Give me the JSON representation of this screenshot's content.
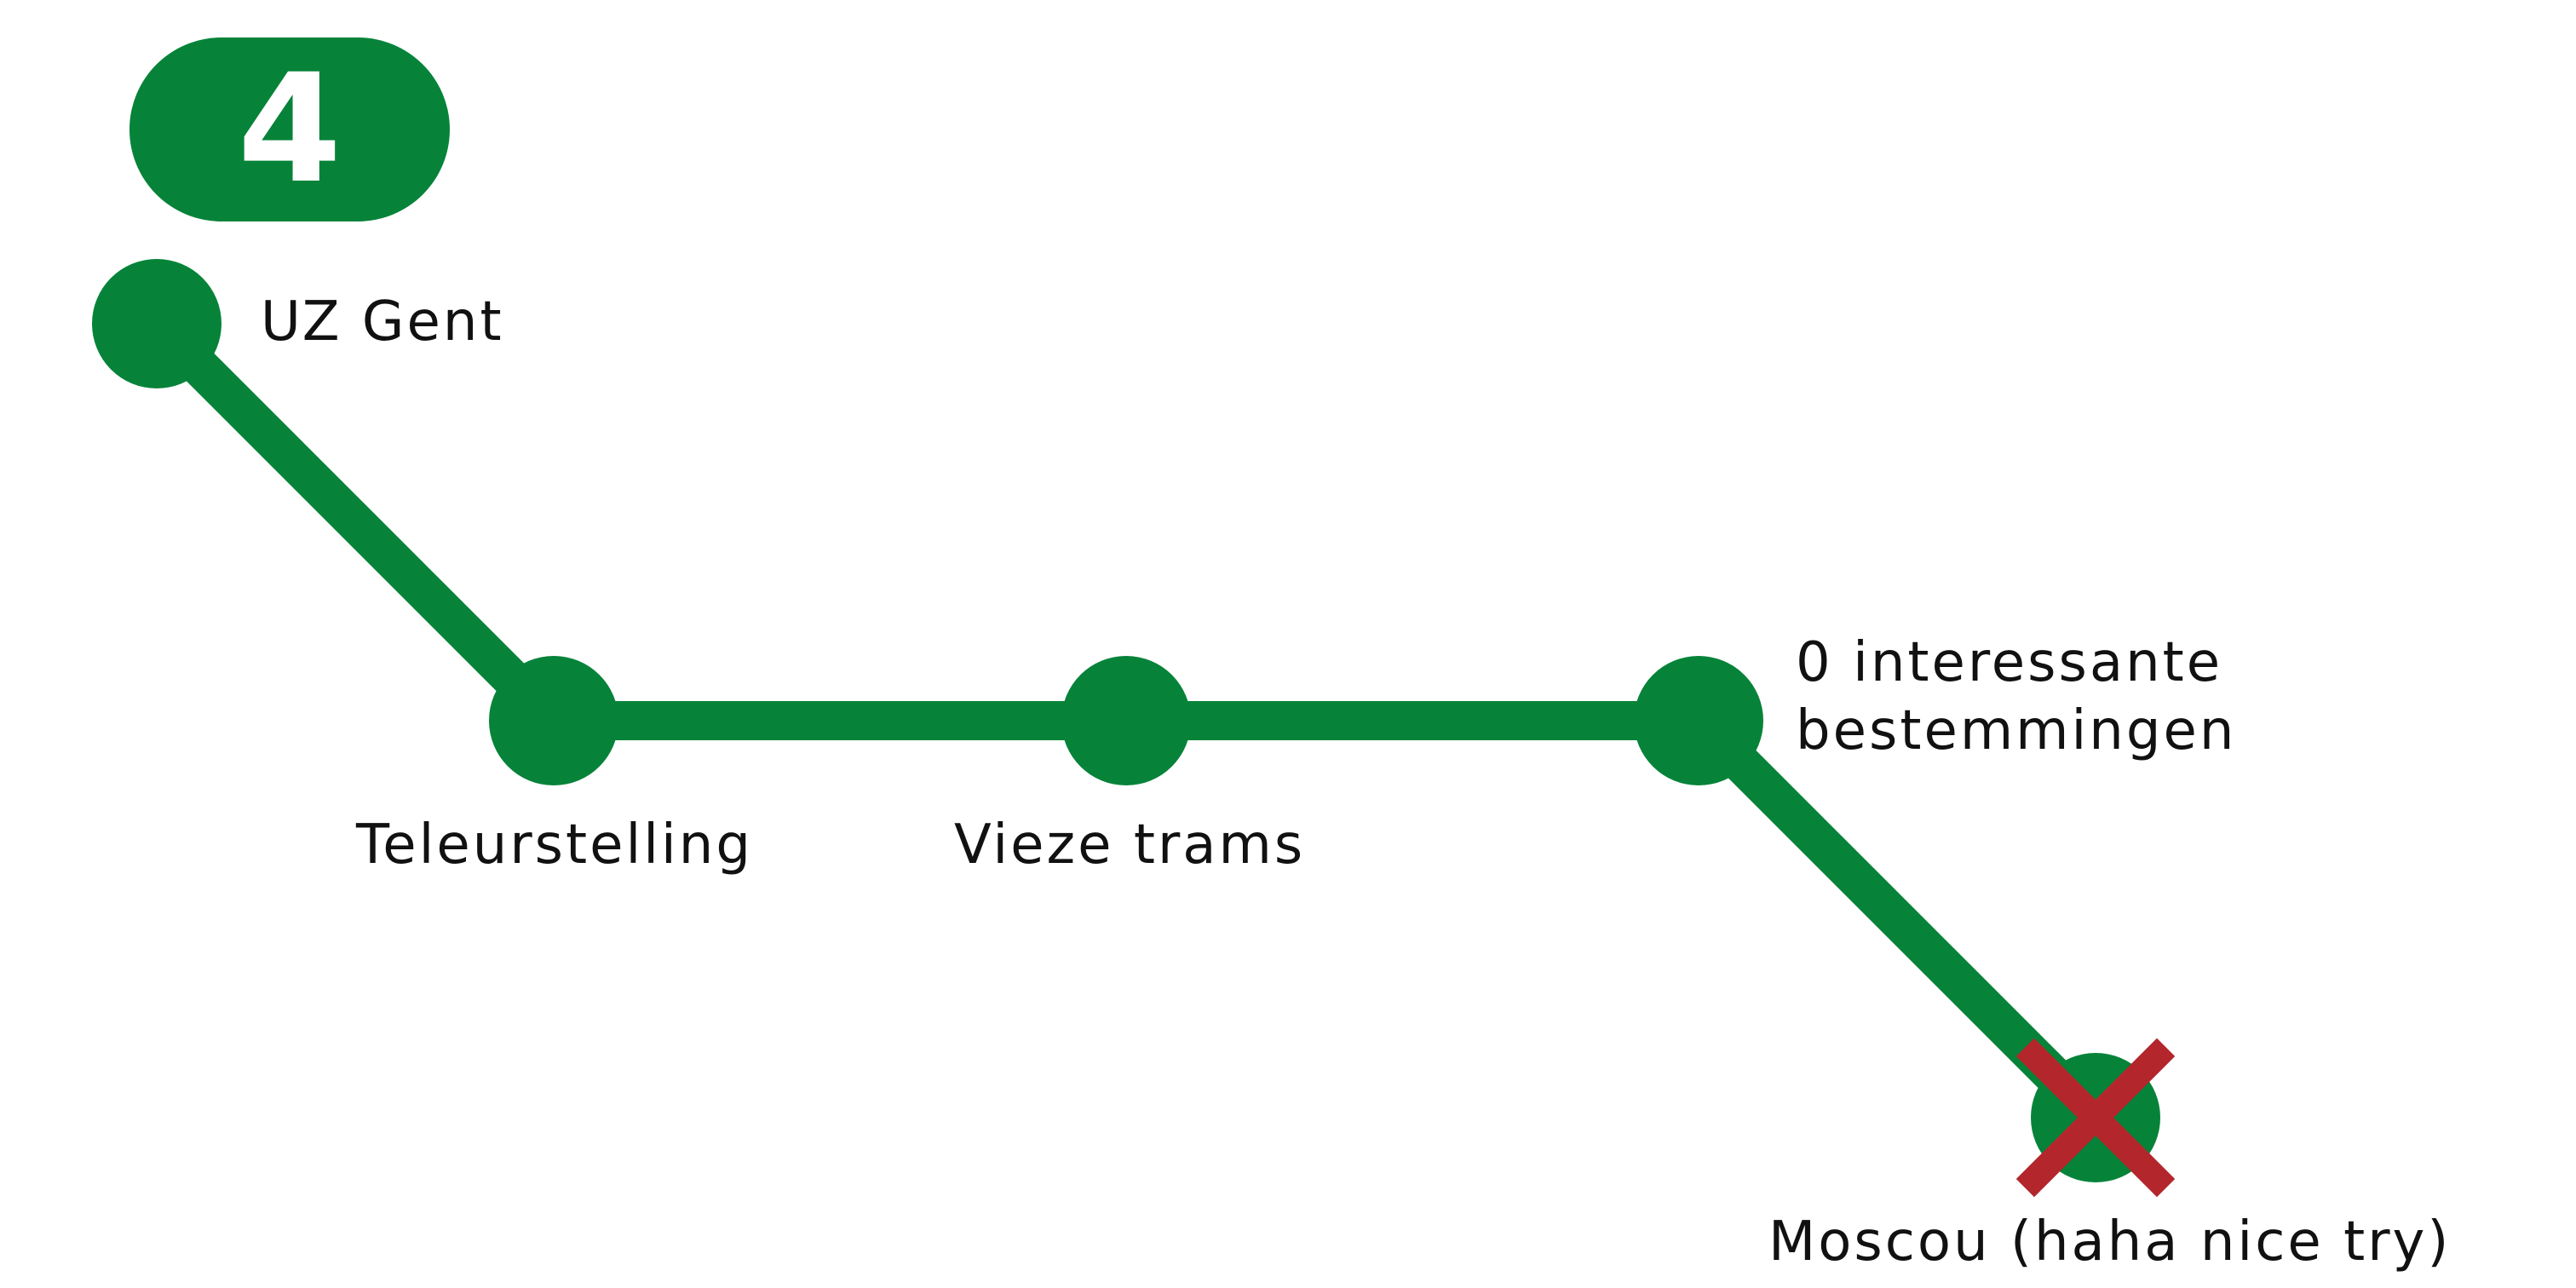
{
  "line": {
    "number": "4",
    "color": "#068339"
  },
  "stops": [
    {
      "name": "UZ Gent"
    },
    {
      "name": "Teleurstelling"
    },
    {
      "name": "Vieze trams"
    },
    {
      "name": "0 interessante\nbestemmingen"
    },
    {
      "name": "Moscou (haha nice try)",
      "cancelled": true
    }
  ],
  "colors": {
    "line_green": "#068339",
    "cancel_red": "#b3262c",
    "text": "#111111",
    "background": "#ffffff"
  },
  "icons": {
    "cancel_marker": "cross-icon"
  }
}
